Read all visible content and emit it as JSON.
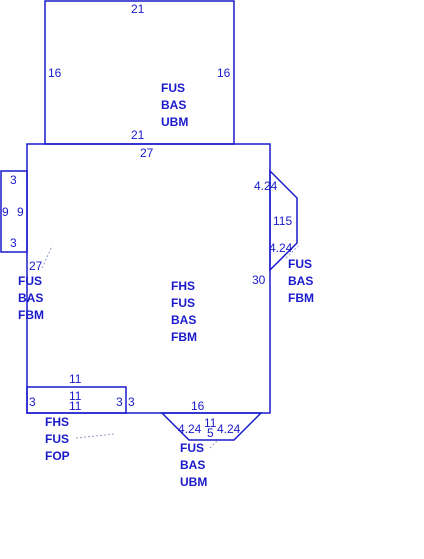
{
  "colors": {
    "line": "#1a1acc",
    "background": "#ffffff",
    "leader": "#9999cc"
  },
  "dimensions": {
    "top_top": "21",
    "top_left": "16",
    "top_right": "16",
    "top_bottom": "21",
    "main_top": "27",
    "main_right": "30",
    "main_bottom": "16",
    "main_left": "27",
    "left_top": "3",
    "left_outer": "9",
    "left_inner": "9",
    "left_bottom": "3",
    "right_top": "4.24",
    "right_outer": "115",
    "right_bottom": "4.24",
    "porch_top_a": "11",
    "porch_top_b": "11",
    "porch_top_c": "11",
    "porch_left": "3",
    "porch_right": "3",
    "porch_right_outer": "3",
    "bottom_top": "11",
    "bottom_left": "4.24",
    "bottom_mid": "5",
    "bottom_right": "4.24"
  },
  "labels": {
    "top_section": [
      "FUS",
      "BAS",
      "UBM"
    ],
    "main_section": [
      "FHS",
      "FUS",
      "BAS",
      "FBM"
    ],
    "left_section": [
      "FUS",
      "BAS",
      "FBM"
    ],
    "right_section": [
      "FUS",
      "BAS",
      "FBM"
    ],
    "porch_section": [
      "FHS",
      "FUS",
      "FOP"
    ],
    "bottom_section": [
      "FUS",
      "BAS",
      "UBM"
    ]
  }
}
